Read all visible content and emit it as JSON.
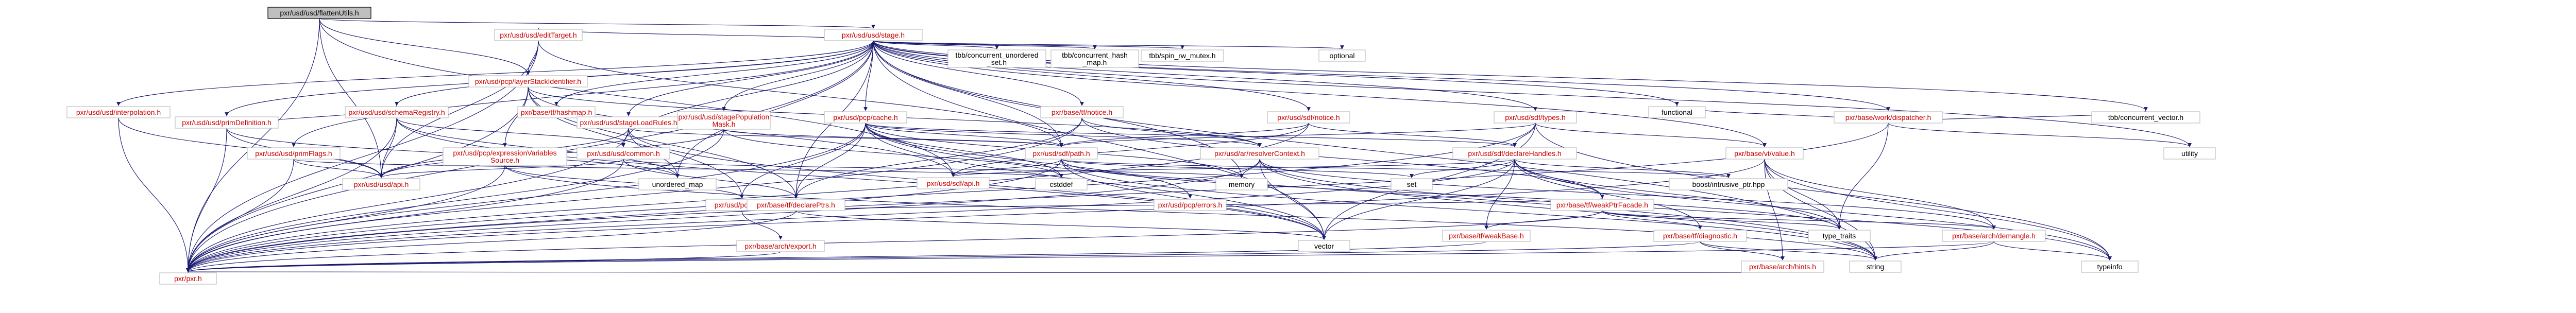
{
  "colors": {
    "edge": "#191970",
    "node_border": "#bfbfbf",
    "root_fill": "#bfbfbf",
    "linked_label": "#cc0000",
    "plain_label": "#000000"
  },
  "nodes": [
    {
      "id": "root",
      "label": "pxr/usd/usd/flattenUtils.h",
      "kind": "root"
    },
    {
      "id": "stage",
      "label": "pxr/usd/usd/stage.h",
      "kind": "link"
    },
    {
      "id": "pcpLSId",
      "label": "pxr/usd/pcp/layerStackIdentifier.h",
      "kind": "link"
    },
    {
      "id": "pxr",
      "label": "pxr/pxr.h",
      "kind": "link"
    },
    {
      "id": "sdfApi",
      "label": "pxr/usd/sdf/api.h",
      "kind": "link"
    },
    {
      "id": "tfHashmap",
      "label": "pxr/base/tf/hashmap.h",
      "kind": "link"
    },
    {
      "id": "usdPrimDef",
      "label": "pxr/usd/usd/primDefinition.h",
      "kind": "link"
    },
    {
      "id": "usdInterp",
      "label": "pxr/usd/usd/interpolation.h",
      "kind": "link"
    },
    {
      "id": "usdSchemaReg",
      "label": "pxr/usd/usd/schemaRegistry.h",
      "kind": "link"
    },
    {
      "id": "usdPrimFlags",
      "label": "pxr/usd/usd/primFlags.h",
      "kind": "link"
    },
    {
      "id": "usdApi",
      "label": "pxr/usd/usd/api.h",
      "kind": "link"
    },
    {
      "id": "usdEditTarget",
      "label": "pxr/usd/usd/editTarget.h",
      "kind": "link"
    },
    {
      "id": "usdStageLoadRules",
      "label": "pxr/usd/usd/stageLoadRules.h",
      "kind": "link"
    },
    {
      "id": "usdStagePopMask",
      "label": "pxr/usd/usd/stagePopulation\nMask.h",
      "kind": "link"
    },
    {
      "id": "usdCommon",
      "label": "pxr/usd/usd/common.h",
      "kind": "link"
    },
    {
      "id": "pcpCache",
      "label": "pxr/usd/pcp/cache.h",
      "kind": "link"
    },
    {
      "id": "tbbCUS",
      "label": "tbb/concurrent_unordered\n_set.h",
      "kind": "ext"
    },
    {
      "id": "tbbCHM",
      "label": "tbb/concurrent_hash\n_map.h",
      "kind": "ext"
    },
    {
      "id": "tbbSpin",
      "label": "tbb/spin_rw_mutex.h",
      "kind": "ext"
    },
    {
      "id": "tfNotice",
      "label": "pxr/base/tf/notice.h",
      "kind": "link"
    },
    {
      "id": "sdfNotice",
      "label": "pxr/usd/sdf/notice.h",
      "kind": "link"
    },
    {
      "id": "optional",
      "label": "optional",
      "kind": "ext"
    },
    {
      "id": "sdfTypes",
      "label": "pxr/usd/sdf/types.h",
      "kind": "link"
    },
    {
      "id": "workDispatcher",
      "label": "pxr/base/work/dispatcher.h",
      "kind": "link"
    },
    {
      "id": "pcpExprVars",
      "label": "pxr/usd/pcp/expressionVariables\nSource.h",
      "kind": "link"
    },
    {
      "id": "pcpApi",
      "label": "pxr/usd/pcp/api.h",
      "kind": "link"
    },
    {
      "id": "tfDeclarePtrs",
      "label": "pxr/base/tf/declarePtrs.h",
      "kind": "link"
    },
    {
      "id": "sdfPath",
      "label": "pxr/usd/sdf/path.h",
      "kind": "link"
    },
    {
      "id": "pcpErrors",
      "label": "pxr/usd/pcp/errors.h",
      "kind": "link"
    },
    {
      "id": "arResolverCtx",
      "label": "pxr/usd/ar/resolverContext.h",
      "kind": "link"
    },
    {
      "id": "sdfDeclareHandles",
      "label": "pxr/usd/sdf/declareHandles.h",
      "kind": "link"
    },
    {
      "id": "vtValue",
      "label": "pxr/base/vt/value.h",
      "kind": "link"
    },
    {
      "id": "tfWeakPtrFacade",
      "label": "pxr/base/tf/weakPtrFacade.h",
      "kind": "link"
    },
    {
      "id": "tfWeakBase",
      "label": "pxr/base/tf/weakBase.h",
      "kind": "link"
    },
    {
      "id": "tfDiagnostic",
      "label": "pxr/base/tf/diagnostic.h",
      "kind": "link"
    },
    {
      "id": "tfDemangle",
      "label": "pxr/base/arch/demangle.h",
      "kind": "link"
    },
    {
      "id": "archHints",
      "label": "pxr/base/arch/hints.h",
      "kind": "link"
    },
    {
      "id": "archExport",
      "label": "pxr/base/arch/export.h",
      "kind": "link"
    },
    {
      "id": "unorderedMap",
      "label": "unordered_map",
      "kind": "ext"
    },
    {
      "id": "cstddef",
      "label": "cstddef",
      "kind": "ext"
    },
    {
      "id": "memory",
      "label": "memory",
      "kind": "ext"
    },
    {
      "id": "vector",
      "label": "vector",
      "kind": "ext"
    },
    {
      "id": "string",
      "label": "string",
      "kind": "ext"
    },
    {
      "id": "set",
      "label": "set",
      "kind": "ext"
    },
    {
      "id": "functional",
      "label": "functional",
      "kind": "ext"
    },
    {
      "id": "typeTraits",
      "label": "type_traits",
      "kind": "ext"
    },
    {
      "id": "typeinfo",
      "label": "typeinfo",
      "kind": "ext"
    },
    {
      "id": "utility",
      "label": "utility",
      "kind": "ext"
    },
    {
      "id": "tbbCV",
      "label": "tbb/concurrent_vector.h",
      "kind": "ext"
    },
    {
      "id": "boostIntrusive",
      "label": "boost/intrusive_ptr.hpp",
      "kind": "ext"
    }
  ]
}
